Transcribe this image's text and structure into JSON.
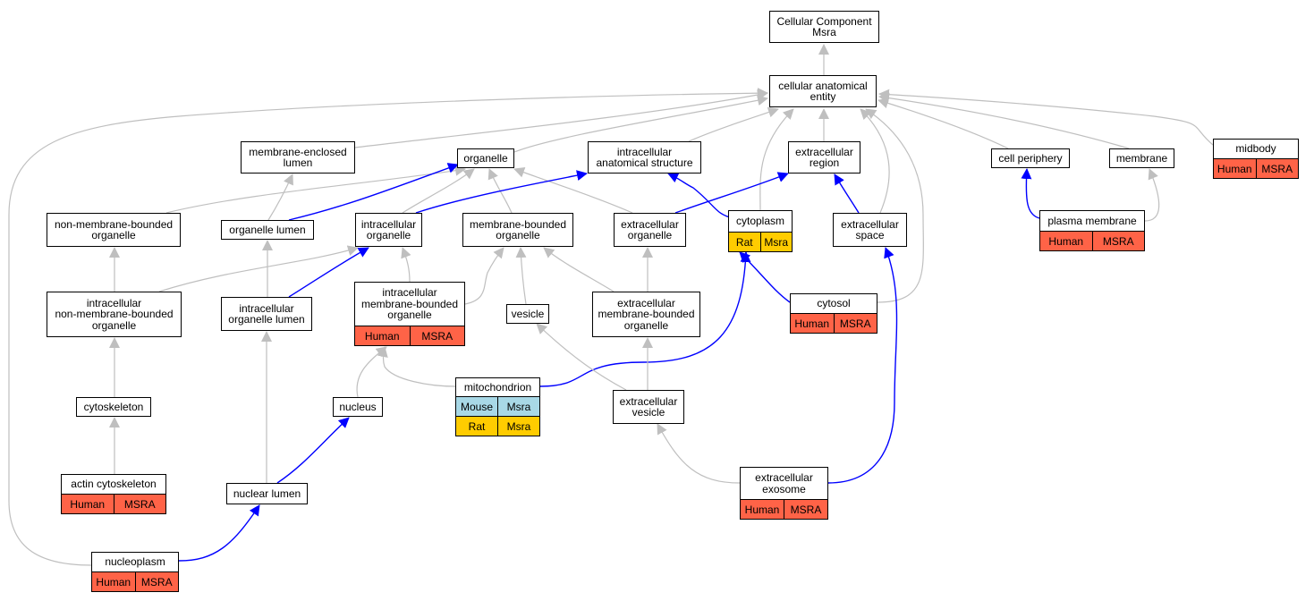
{
  "colors": {
    "is_a_edge": "#bfbfbf",
    "part_of_edge": "#0000ff",
    "human": "#ff6347",
    "rat": "#ffcc00",
    "mouse": "#a8d8e6"
  },
  "nodes": {
    "root": {
      "label": "Cellular Component\nMsra"
    },
    "cae": {
      "label": "cellular anatomical\nentity"
    },
    "mel": {
      "label": "membrane-enclosed\nlumen"
    },
    "org": {
      "label": "organelle"
    },
    "ias": {
      "label": "intracellular\nanatomical structure"
    },
    "exr": {
      "label": "extracellular\nregion"
    },
    "cper": {
      "label": "cell periphery"
    },
    "memb": {
      "label": "membrane"
    },
    "mid": {
      "label": "midbody",
      "species": [
        [
          "Human",
          "MSRA"
        ]
      ]
    },
    "nmbo": {
      "label": "non-membrane-bounded\norganelle"
    },
    "orgl": {
      "label": "organelle lumen"
    },
    "io": {
      "label": "intracellular\norganelle"
    },
    "mbo": {
      "label": "membrane-bounded\norganelle"
    },
    "exo": {
      "label": "extracellular\norganelle"
    },
    "cyto": {
      "label": "cytoplasm",
      "species": [
        [
          "Rat",
          "Msra"
        ]
      ]
    },
    "exs": {
      "label": "extracellular\nspace"
    },
    "pm": {
      "label": "plasma membrane",
      "species": [
        [
          "Human",
          "MSRA"
        ]
      ]
    },
    "inmbo": {
      "label": "intracellular\nnon-membrane-bounded\norganelle"
    },
    "iol": {
      "label": "intracellular\norganelle lumen"
    },
    "imbo": {
      "label": "intracellular\nmembrane-bounded\norganelle",
      "species": [
        [
          "Human",
          "MSRA"
        ]
      ]
    },
    "ves": {
      "label": "vesicle"
    },
    "exmbo": {
      "label": "extracellular\nmembrane-bounded\norganelle"
    },
    "csol": {
      "label": "cytosol",
      "species": [
        [
          "Human",
          "MSRA"
        ]
      ]
    },
    "mito": {
      "label": "mitochondrion",
      "species": [
        [
          "Mouse",
          "Msra"
        ],
        [
          "Rat",
          "Msra"
        ]
      ]
    },
    "exv": {
      "label": "extracellular\nvesicle"
    },
    "csk": {
      "label": "cytoskeleton"
    },
    "nuc": {
      "label": "nucleus"
    },
    "acsk": {
      "label": "actin cytoskeleton",
      "species": [
        [
          "Human",
          "MSRA"
        ]
      ]
    },
    "nl": {
      "label": "nuclear lumen"
    },
    "exosome": {
      "label": "extracellular\nexosome",
      "species": [
        [
          "Human",
          "MSRA"
        ]
      ]
    },
    "np": {
      "label": "nucleoplasm",
      "species": [
        [
          "Human",
          "MSRA"
        ]
      ]
    }
  },
  "edges": [
    {
      "from": "cae",
      "to": "root",
      "type": "is_a"
    },
    {
      "from": "mel",
      "to": "cae",
      "type": "is_a"
    },
    {
      "from": "org",
      "to": "cae",
      "type": "is_a"
    },
    {
      "from": "ias",
      "to": "cae",
      "type": "is_a"
    },
    {
      "from": "exr",
      "to": "cae",
      "type": "is_a"
    },
    {
      "from": "cper",
      "to": "cae",
      "type": "is_a"
    },
    {
      "from": "memb",
      "to": "cae",
      "type": "is_a"
    },
    {
      "from": "mid",
      "to": "cae",
      "type": "is_a"
    },
    {
      "from": "np",
      "to": "cae",
      "type": "is_a"
    },
    {
      "from": "cyto",
      "to": "cae",
      "type": "is_a"
    },
    {
      "from": "exs",
      "to": "cae",
      "type": "is_a"
    },
    {
      "from": "csol",
      "to": "cae",
      "type": "is_a"
    },
    {
      "from": "nmbo",
      "to": "org",
      "type": "is_a"
    },
    {
      "from": "io",
      "to": "org",
      "type": "is_a"
    },
    {
      "from": "mbo",
      "to": "org",
      "type": "is_a"
    },
    {
      "from": "exo",
      "to": "org",
      "type": "is_a"
    },
    {
      "from": "orgl",
      "to": "org",
      "type": "part_of"
    },
    {
      "from": "orgl",
      "to": "mel",
      "type": "is_a"
    },
    {
      "from": "io",
      "to": "ias",
      "type": "part_of"
    },
    {
      "from": "cyto",
      "to": "ias",
      "type": "part_of"
    },
    {
      "from": "exo",
      "to": "exr",
      "type": "part_of"
    },
    {
      "from": "exs",
      "to": "exr",
      "type": "part_of"
    },
    {
      "from": "pm",
      "to": "cper",
      "type": "part_of"
    },
    {
      "from": "pm",
      "to": "memb",
      "type": "is_a"
    },
    {
      "from": "inmbo",
      "to": "nmbo",
      "type": "is_a"
    },
    {
      "from": "inmbo",
      "to": "io",
      "type": "is_a"
    },
    {
      "from": "iol",
      "to": "orgl",
      "type": "is_a"
    },
    {
      "from": "iol",
      "to": "io",
      "type": "part_of"
    },
    {
      "from": "imbo",
      "to": "io",
      "type": "is_a"
    },
    {
      "from": "imbo",
      "to": "mbo",
      "type": "is_a"
    },
    {
      "from": "ves",
      "to": "mbo",
      "type": "is_a"
    },
    {
      "from": "exmbo",
      "to": "mbo",
      "type": "is_a"
    },
    {
      "from": "exmbo",
      "to": "exo",
      "type": "is_a"
    },
    {
      "from": "csol",
      "to": "cyto",
      "type": "part_of"
    },
    {
      "from": "mito",
      "to": "imbo",
      "type": "is_a"
    },
    {
      "from": "mito",
      "to": "cyto",
      "type": "part_of"
    },
    {
      "from": "exv",
      "to": "ves",
      "type": "is_a"
    },
    {
      "from": "exv",
      "to": "exmbo",
      "type": "is_a"
    },
    {
      "from": "csk",
      "to": "inmbo",
      "type": "is_a"
    },
    {
      "from": "nuc",
      "to": "imbo",
      "type": "is_a"
    },
    {
      "from": "acsk",
      "to": "csk",
      "type": "is_a"
    },
    {
      "from": "nl",
      "to": "iol",
      "type": "is_a"
    },
    {
      "from": "nl",
      "to": "nuc",
      "type": "part_of"
    },
    {
      "from": "exosome",
      "to": "exv",
      "type": "is_a"
    },
    {
      "from": "exosome",
      "to": "exs",
      "type": "part_of"
    },
    {
      "from": "np",
      "to": "nl",
      "type": "part_of"
    }
  ]
}
